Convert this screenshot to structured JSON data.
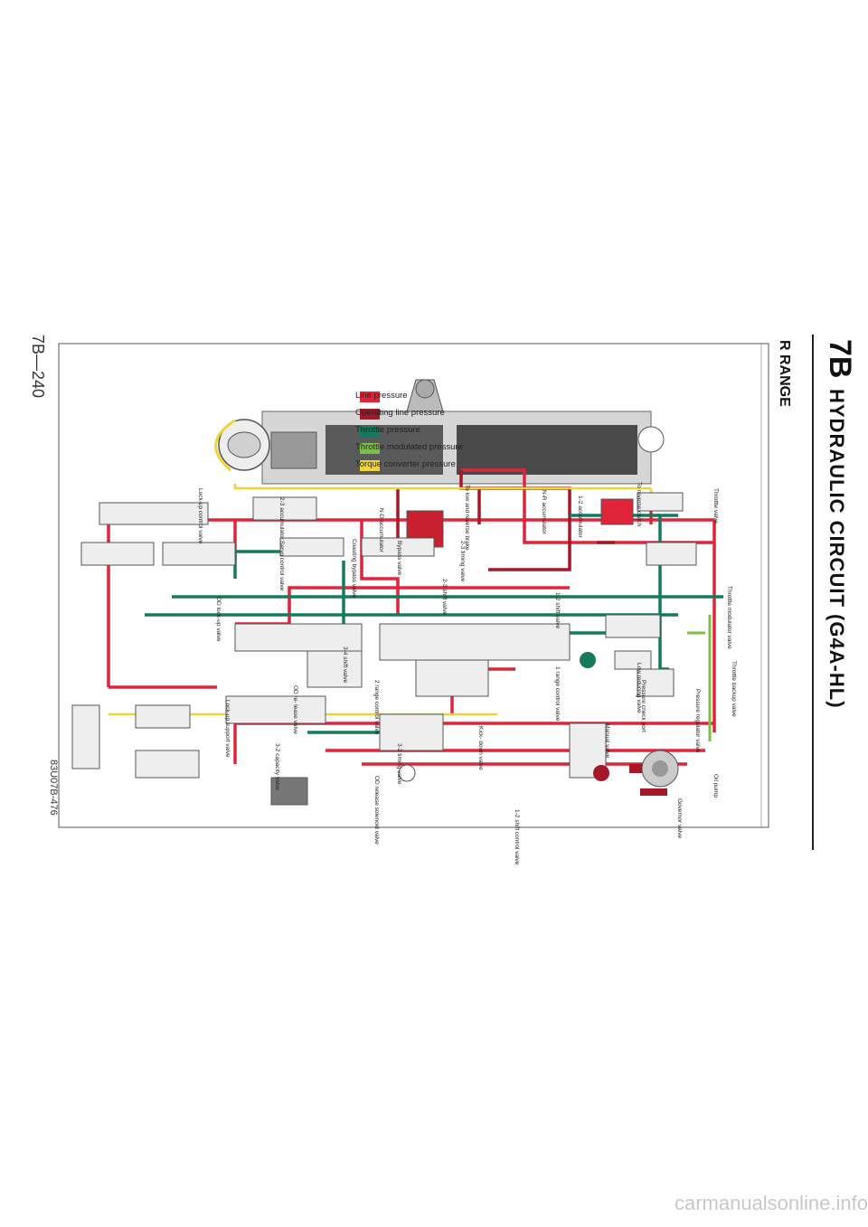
{
  "header": {
    "section_code": "7B",
    "title": "HYDRAULIC CIRCUIT (G4A-HL)",
    "subtitle": "R RANGE"
  },
  "footer": {
    "page_number": "7B—240",
    "figure_code": "83U07B-476"
  },
  "watermark": "carmanualsonline.info",
  "legend": [
    {
      "label": "Line pressure",
      "color": "#e0243a"
    },
    {
      "label": "Operating line pressure",
      "color": "#a5182a"
    },
    {
      "label": "Throttle pressure",
      "color": "#137a5e"
    },
    {
      "label": "Throttle modulated pressure",
      "color": "#7bc043"
    },
    {
      "label": "Torque converter pressure",
      "color": "#f0d43a"
    }
  ],
  "labels": {
    "to_reverse_clutch": "To reverse clutch",
    "to_low_reverse": "To low and reverse brake",
    "nr_accumulator": "N-R accumulator",
    "nd_accumulator": "N-D accumulator",
    "accum_23": "2-3 accumulator",
    "lockup_control": "Lock-up control valve",
    "accum_12": "1-2 accumulator",
    "throttle_valve": "Throttle valve",
    "timing_23": "2-3 timing valve",
    "bypass": "Bypass valve",
    "coasting_bypass": "Coasting bypass valve",
    "servo_control": "Servo control valve",
    "shift_23": "2-3 shift valve",
    "shift_12": "1-2 shift valve",
    "throttle_modulator": "Throttle modulator valve",
    "od_lockup": "OD lock-up valve",
    "shift_34": "3-4 shift valve",
    "throttle_backup": "Throttle backup valve",
    "low_reducing": "Low reducing valve",
    "pressure_regulator": "Pressure regulator valve",
    "pressure_check_port": "Pressure check port",
    "range1_control": "1 range control valve",
    "range2_control": "2 range control valve",
    "od_release": "OD re- lease valve",
    "lockup_support": "Lock-up support valve",
    "manual_valve": "Manual valve",
    "kickdown": "Kick- down valve",
    "timing_32": "3-2 timing valve",
    "capacity_32": "3-2 capacity valve",
    "oil_pump": "Oil pump",
    "governor": "Governor valve",
    "od_release_solenoid": "OD release solenoid valve",
    "control_12": "1-2 shift control valve"
  }
}
